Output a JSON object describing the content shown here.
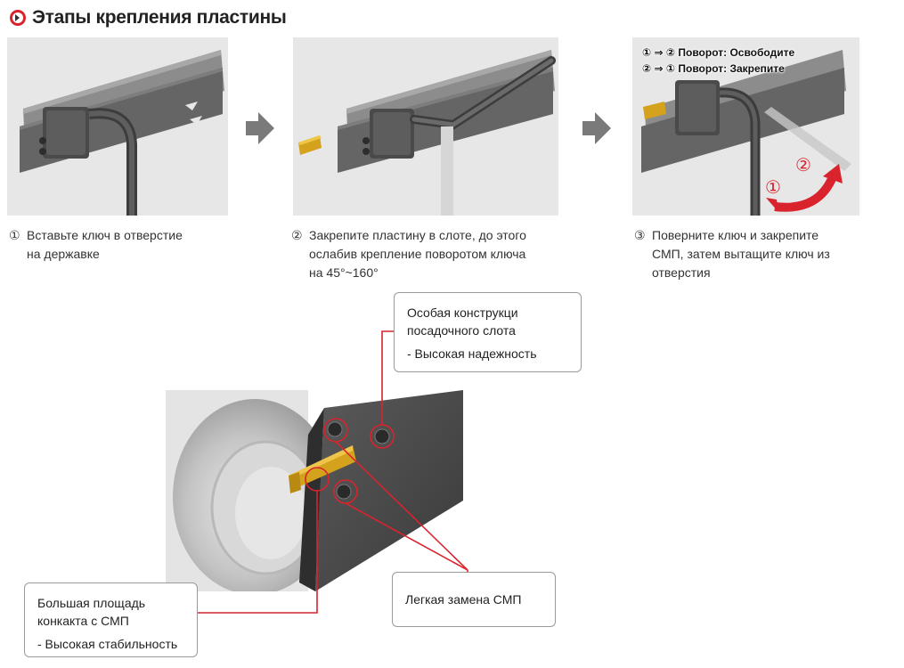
{
  "header": {
    "title": "Этапы крепления пластины",
    "icon": "red-circle-arrow-icon"
  },
  "steps": [
    {
      "number": "①",
      "text": "Вставьте ключ в отверстие\nна державке"
    },
    {
      "number": "②",
      "text": "Закрепите пластину в слоте, до этого\nослабив крепление поворотом ключа\nна 45°~160°"
    },
    {
      "number": "③",
      "text": "Поверните ключ и закрепите\nСМП, затем вытащите ключ из\nотверстия"
    }
  ],
  "step3_overlay": {
    "line1": "① ⇒ ② Поворот: Освободите",
    "line2": "② ⇒ ① Поворот: Закрепите",
    "marker1": "①",
    "marker2": "②"
  },
  "callouts": {
    "slot": {
      "title": "Особая конструкци\n посадочного слота",
      "bullet": "- Высокая надежность"
    },
    "contact": {
      "title": "Большая площадь\nконкакта с СМП",
      "bullet": "- Высокая стабильность"
    },
    "replace": {
      "title": "Легкая замена СМП"
    }
  },
  "colors": {
    "accent_red": "#d9232d",
    "insert_gold": "#d4a21d",
    "holder_gray": "#5f5f5f",
    "arrow_gray": "#7a7a7a"
  }
}
